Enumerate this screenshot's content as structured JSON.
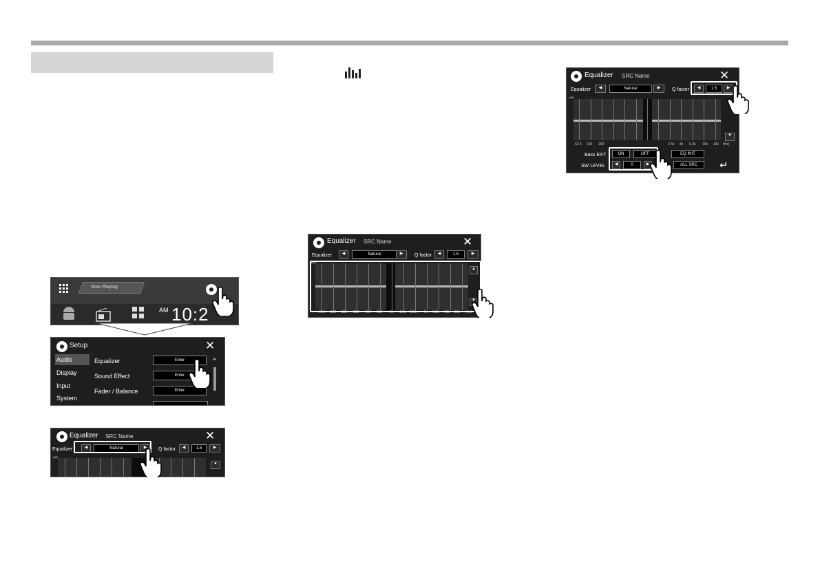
{
  "shared": {
    "equalizer_title": "Equalizer",
    "src_name": "SRC Name",
    "equalizer_label": "Equalizer",
    "preset": "Natural",
    "q_factor_label": "Q factor",
    "q_factor_value": "1.5",
    "db_label": "(dB)",
    "hz_label": "(Hz)",
    "frequencies": [
      "62.5",
      "100",
      "160",
      "250",
      "400",
      "630",
      "1k",
      "1.6k",
      "2.5k",
      "4k",
      "6.3k",
      "10k",
      "16k"
    ]
  },
  "home": {
    "now_playing": "Now Playing",
    "am": "AM",
    "time": "10:2"
  },
  "setup": {
    "title": "Setup",
    "sidebar": [
      "Audio",
      "Display",
      "Input",
      "System"
    ],
    "rows": [
      {
        "label": "Equalizer",
        "button": "Enter"
      },
      {
        "label": "Sound Effect",
        "button": "Enter"
      },
      {
        "label": "Fader / Balance",
        "button": "Enter"
      }
    ]
  },
  "eq_full": {
    "bass_ext_label": "Bass EXT",
    "on_label": "ON",
    "off_label": "OFF",
    "eq_init_label": "EQ INIT",
    "sw_level_label": "SW LEVEL",
    "sw_level_value": "0",
    "all_src_label": "ALL SRC"
  },
  "icons": {
    "eq_icon": "equalizer-bars-icon",
    "gear": "gear-icon",
    "close": "close-icon",
    "hand": "pointing-hand-icon",
    "back": "back-arrow-icon"
  }
}
